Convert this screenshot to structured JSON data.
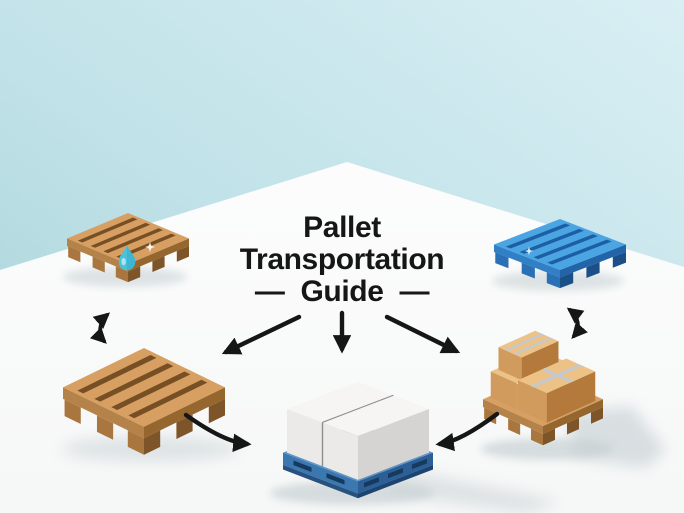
{
  "title": {
    "line1": "Pallet",
    "line2": "Transportation",
    "line3": "Guide",
    "dash": "—"
  },
  "illustrations": [
    "wet-wooden-pallet-icon",
    "blue-plastic-pallet-icon",
    "wooden-pallet-icon",
    "white-boxes-on-blue-pallet-icon",
    "cardboard-boxes-on-wooden-pallet-icon",
    "water-droplet-icon",
    "sparkle-icon"
  ],
  "colors": {
    "wall_left": "#a6d2d8",
    "wall_mid": "#c2e3e9",
    "wall_right": "#d9eff4",
    "floor": "#fcfdfd",
    "shadow": "#c2cdd1",
    "title_text": "#161616",
    "arrow": "#161616",
    "wood_top": "#d89f63",
    "wood_gap": "#774f24",
    "wood_side_left": "#b5824a",
    "wood_side_right": "#96662f",
    "wood_leg_light": "#a9763f",
    "wood_leg_dark": "#7e5429",
    "plastic_top": "#4aa5e2",
    "plastic_gap": "#1c5fa4",
    "plastic_side_left": "#3180c6",
    "plastic_side_right": "#2165a8",
    "plastic_leg_light": "#2a70b5",
    "plastic_leg_dark": "#1a4f87",
    "pallet_blue_top": "#5e96c8",
    "pallet_blue_left": "#3c78b0",
    "pallet_blue_right": "#2b5f96",
    "pallet_blue_slot": "#16395f",
    "pallet_blue_base_left": "#27517f",
    "pallet_blue_base_right": "#1d4470",
    "box_white_top": "#f6f5f3",
    "box_white_left": "#ebeae8",
    "box_white_right": "#d5d4d2",
    "box_seam": "#8e8e8c",
    "carton_top": "#ecc287",
    "carton_left": "#d09b5c",
    "carton_right": "#b37a3c",
    "tape": "#c3c9ce",
    "droplet": "#4cc2da",
    "droplet_light": "#b5ebf4"
  }
}
